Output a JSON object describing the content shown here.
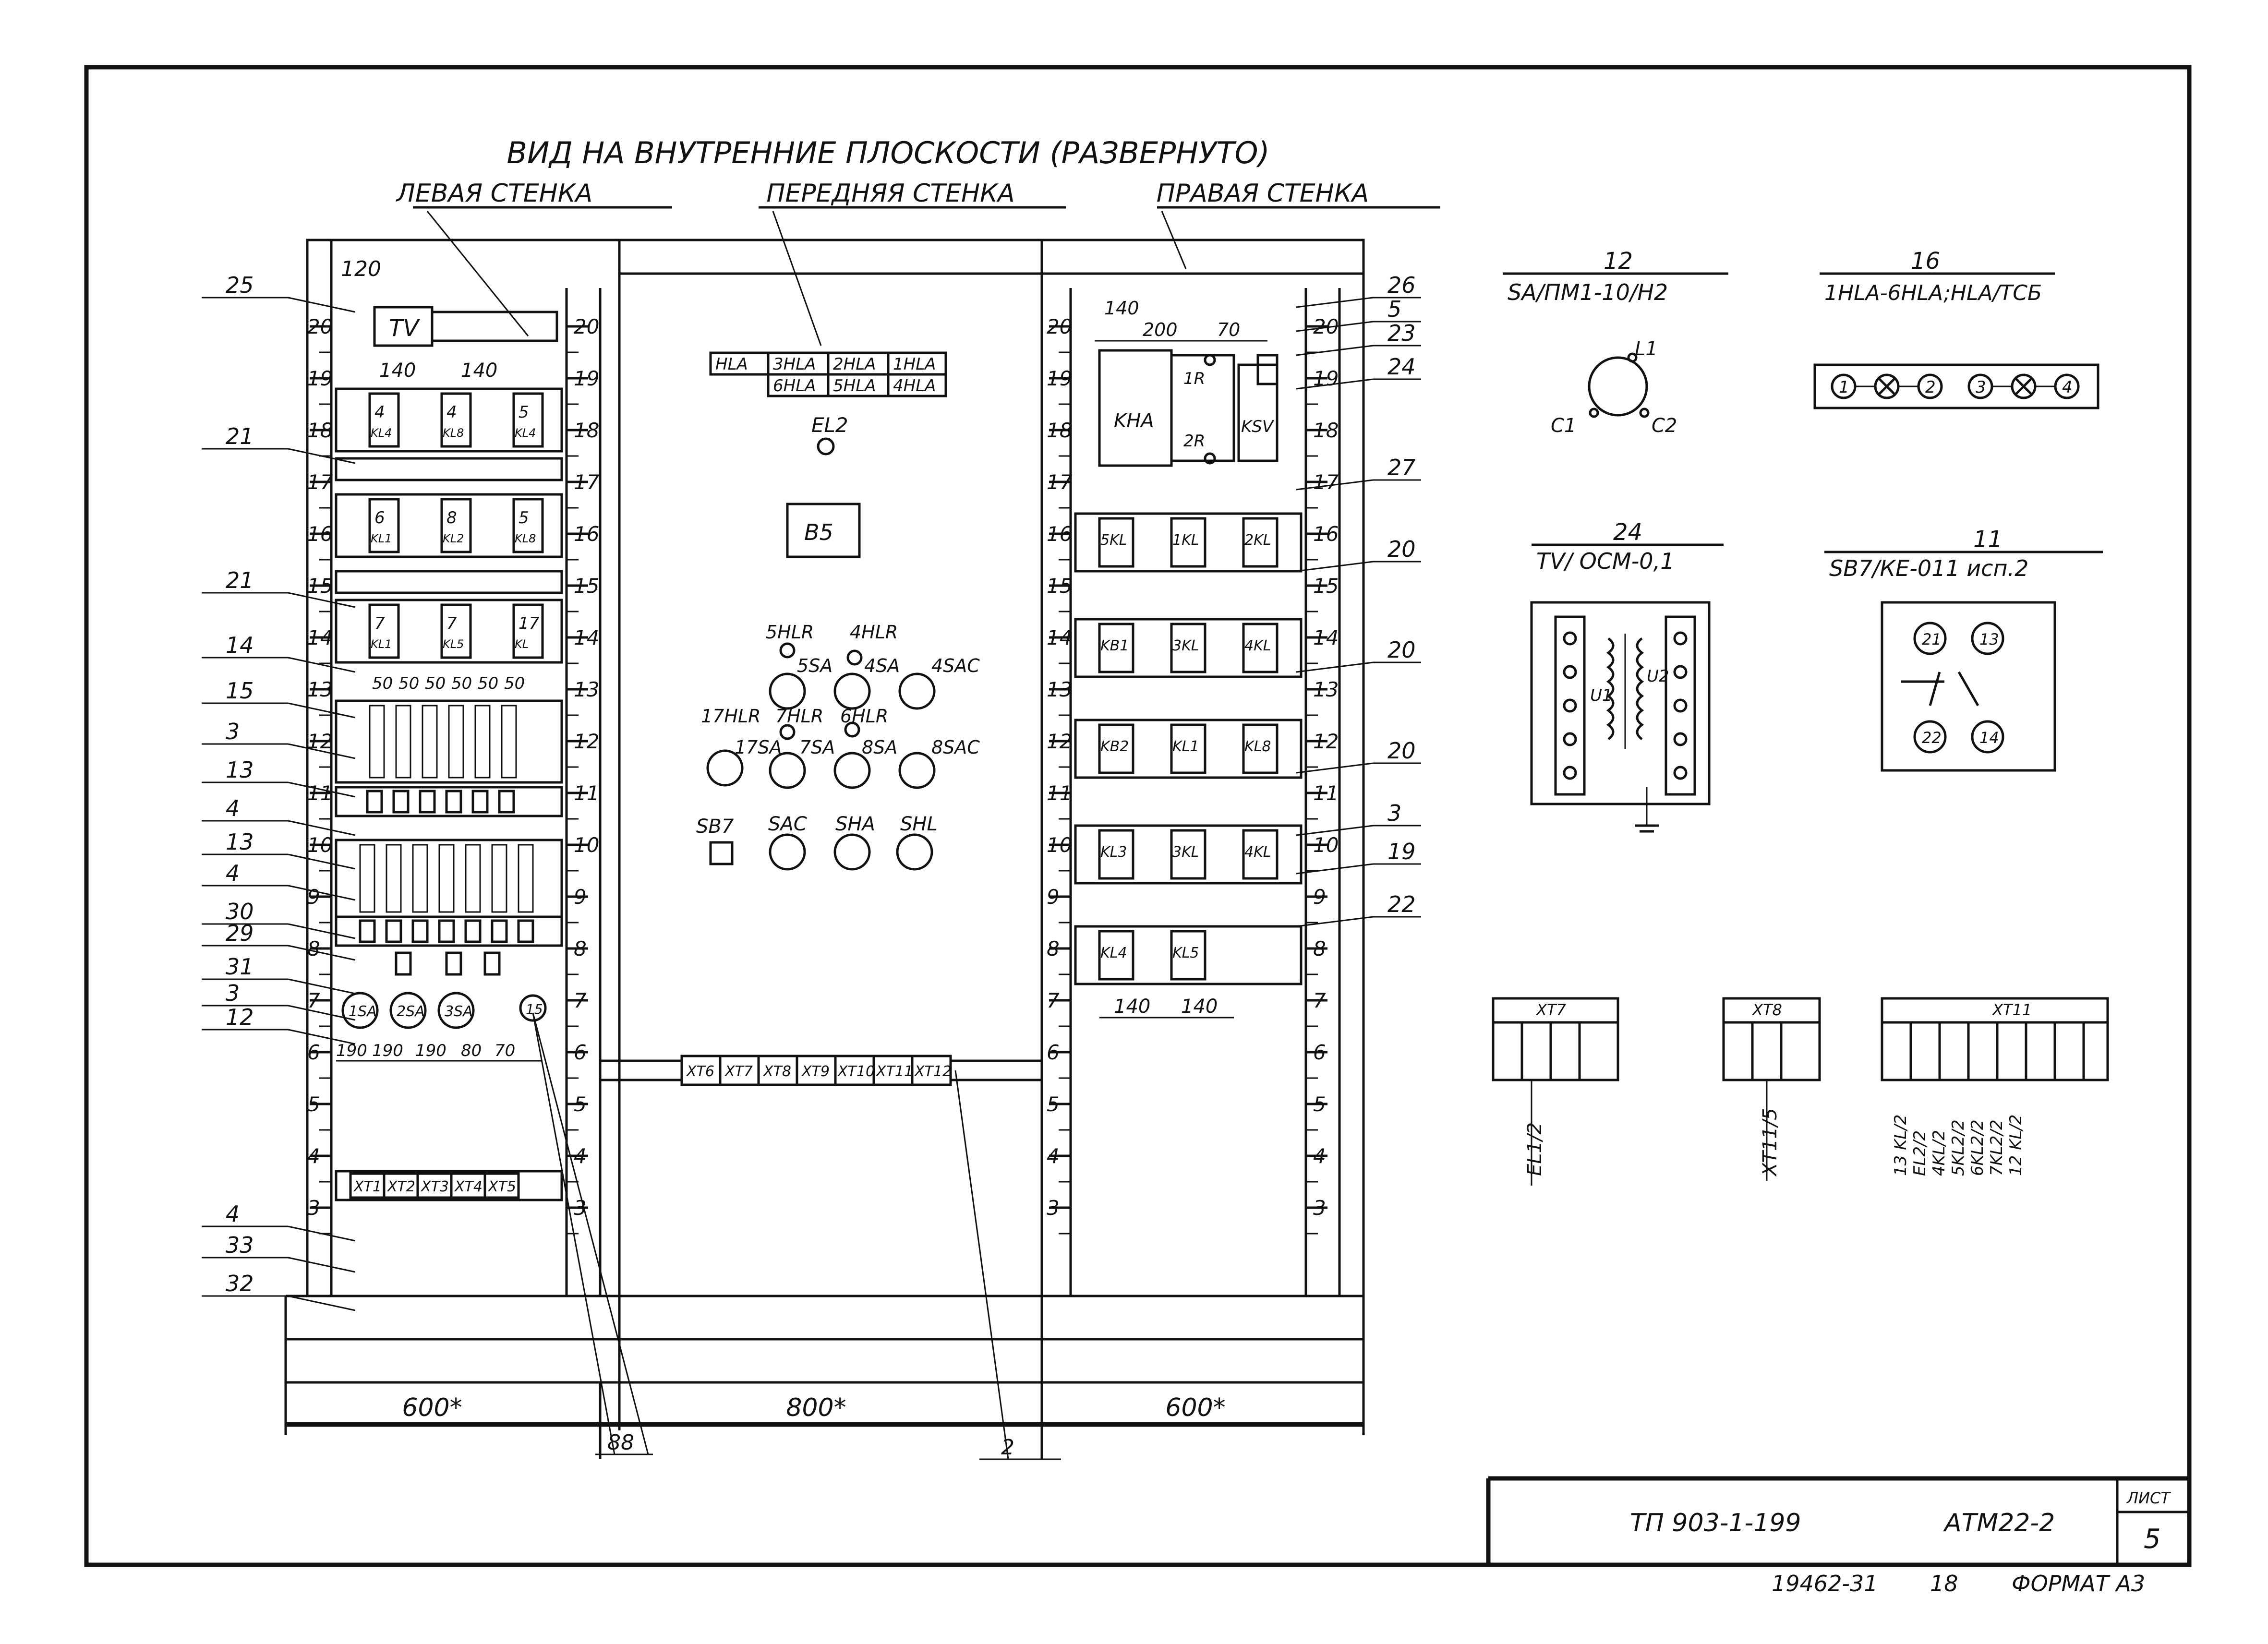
{
  "title": "ВИД НА ВНУТРЕННИЕ ПЛОСКОСТИ (РАЗВЕРНУТО)",
  "walls": {
    "left": "ЛЕВАЯ СТЕНКА",
    "front": "ПЕРЕДНЯЯ СТЕНКА",
    "right": "ПРАВАЯ СТЕНКА"
  },
  "dimensions": {
    "left_width": "600*",
    "front_width": "800*",
    "right_width": "600*",
    "left_top": "120",
    "left_spacing": [
      "140",
      "140"
    ],
    "right_top": [
      "140",
      "200",
      "70"
    ],
    "right_bottom": [
      "140",
      "140"
    ],
    "left_lower": [
      "190",
      "190",
      "190",
      "80",
      "70"
    ],
    "modules_50": [
      "50",
      "50",
      "50",
      "50",
      "50",
      "50"
    ]
  },
  "rulers": {
    "left_scale": [
      "20",
      "19",
      "18",
      "17",
      "16",
      "15",
      "14",
      "13",
      "12",
      "11",
      "10",
      "9",
      "8",
      "7",
      "6",
      "5",
      "4",
      "3"
    ]
  },
  "left_wall": {
    "tv": "TV",
    "row1": [
      {
        "n": "4",
        "t": "KL4"
      },
      {
        "n": "4",
        "t": "KL8"
      },
      {
        "n": "5",
        "t": "KL4"
      }
    ],
    "row2": [
      {
        "n": "6",
        "t": "KL1"
      },
      {
        "n": "8",
        "t": "KL2"
      },
      {
        "n": "5",
        "t": "KL8"
      }
    ],
    "row3": [
      {
        "n": "7",
        "t": "KL1"
      },
      {
        "n": "7",
        "t": "KL5"
      },
      {
        "n": "17",
        "t": "KL"
      }
    ],
    "switches": [
      "1SA",
      "2SA",
      "3SA"
    ],
    "knob": "15",
    "terminals": [
      "XT1",
      "XT2",
      "XT3",
      "XT4",
      "XT5"
    ]
  },
  "front_wall": {
    "lamp_block": {
      "row1": [
        "HLA",
        "3HLA",
        "2HLA",
        "1HLA"
      ],
      "row2": [
        "6HLA",
        "5HLA",
        "4HLA"
      ]
    },
    "el2": "EL2",
    "box": "B5",
    "lamp_labels": [
      "5HLR",
      "4HLR",
      "5SA",
      "4SA",
      "4SAC",
      "17HLR",
      "7HLR",
      "6HLR",
      "17SA",
      "7SA",
      "8SA",
      "8SAC"
    ],
    "bottom_row": [
      "SB7",
      "SAC",
      "SHA",
      "SHL"
    ],
    "terminals": [
      "XT6",
      "XT7",
      "XT8",
      "XT9",
      "XT10",
      "XT11",
      "XT12"
    ]
  },
  "right_wall": {
    "kna": "KHA",
    "r1": "1R",
    "r2": "2R",
    "ksv": "KSV",
    "rows": [
      [
        "5KL",
        "1KL",
        "2KL"
      ],
      [
        "KB1",
        "3KL",
        "4KL"
      ],
      [
        "KB2",
        "KL1",
        "KL8"
      ],
      [
        "KL3",
        "3KL",
        "4KL"
      ],
      [
        "KL4",
        "KL5"
      ]
    ]
  },
  "callouts_left": [
    "25",
    "21",
    "21",
    "14",
    "15",
    "3",
    "13",
    "4",
    "13",
    "4",
    "30",
    "29",
    "31",
    "3",
    "12",
    "4",
    "33",
    "32"
  ],
  "callouts_right": [
    "26",
    "5",
    "23",
    "24",
    "27",
    "20",
    "20",
    "20",
    "3",
    "19",
    "22"
  ],
  "bottom_callouts": [
    "88",
    "2"
  ],
  "legend": {
    "item12": {
      "num": "12",
      "name": "SA/ПМ1-10/Н2",
      "terms": [
        "L1",
        "C1",
        "C2"
      ]
    },
    "item16": {
      "num": "16",
      "name": "1HLA-6HLA;HLA/ТСБ",
      "terms": [
        "1",
        "2",
        "3",
        "4"
      ]
    },
    "item24": {
      "num": "24",
      "name": "TV/ ОСМ-0,1",
      "terms": [
        "U1",
        "U2"
      ]
    },
    "item11": {
      "num": "11",
      "name": "SB7/КЕ-011 исп.2",
      "terms": [
        "21",
        "13",
        "22",
        "14"
      ]
    }
  },
  "terminal_blocks": [
    {
      "name": "XT7",
      "labels": [
        "EL1/2"
      ]
    },
    {
      "name": "XT8",
      "labels": [
        "XT11/5"
      ]
    },
    {
      "name": "XT11",
      "labels": [
        "13 KL/2",
        "EL2/2",
        "4KL/2",
        "5KL2/2",
        "6KL2/2",
        "7KL2/2",
        "12 KL/2"
      ]
    }
  ],
  "stamp": {
    "doc": "ТП 903-1-199",
    "code": "АТМ22-2",
    "sheet_label": "ЛИСТ",
    "sheet": "5",
    "footer": [
      "19462-31",
      "18",
      "ФОРМАТ А3"
    ]
  }
}
